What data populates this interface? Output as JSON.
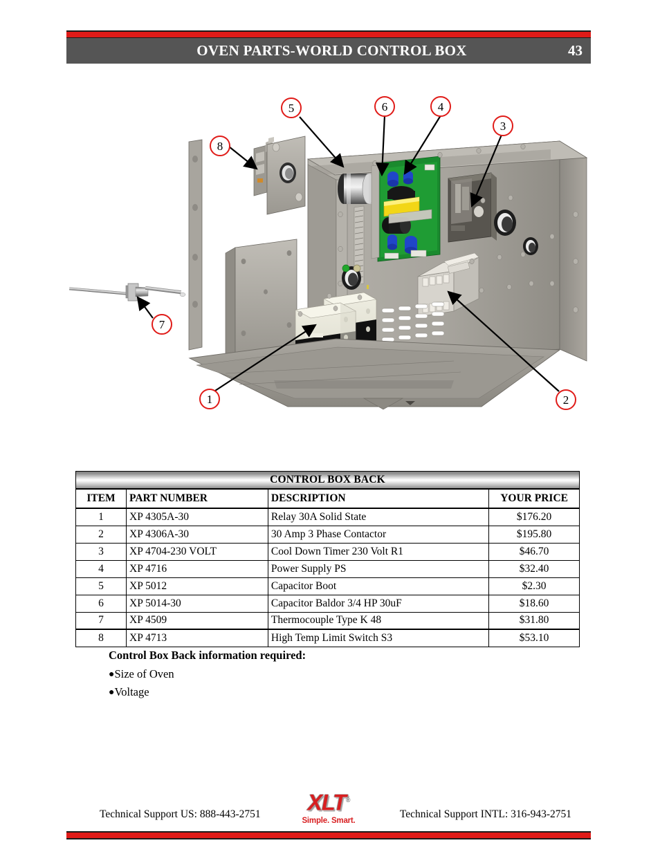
{
  "header": {
    "title": "OVEN PARTS-WORLD CONTROL BOX",
    "page_number": "43",
    "band_color": "#555555",
    "accent_color": "#e01b18"
  },
  "diagram": {
    "name": "world-control-box-exploded-view",
    "callouts": [
      {
        "id": "1",
        "label": "1"
      },
      {
        "id": "2",
        "label": "2"
      },
      {
        "id": "3",
        "label": "3"
      },
      {
        "id": "4",
        "label": "4"
      },
      {
        "id": "5",
        "label": "5"
      },
      {
        "id": "6",
        "label": "6"
      },
      {
        "id": "7",
        "label": "7"
      },
      {
        "id": "8",
        "label": "8"
      }
    ],
    "callout_circle_color": "#e01b18"
  },
  "table": {
    "title": "CONTROL BOX BACK",
    "columns": [
      "ITEM",
      "PART NUMBER",
      "DESCRIPTION",
      "YOUR PRICE"
    ],
    "rows": [
      {
        "item": "1",
        "part": "XP 4305A-30",
        "desc": "Relay 30A Solid State",
        "price": "$176.20"
      },
      {
        "item": "2",
        "part": "XP 4306A-30",
        "desc": "30 Amp 3 Phase Contactor",
        "price": "$195.80"
      },
      {
        "item": "3",
        "part": "XP 4704-230 VOLT",
        "desc": "Cool Down Timer 230 Volt R1",
        "price": "$46.70"
      },
      {
        "item": "4",
        "part": "XP 4716",
        "desc": "Power Supply PS",
        "price": "$32.40"
      },
      {
        "item": "5",
        "part": "XP 5012",
        "desc": "Capacitor Boot",
        "price": "$2.30"
      },
      {
        "item": "6",
        "part": "XP 5014-30",
        "desc": "Capacitor Baldor 3/4 HP 30uF",
        "price": "$18.60"
      },
      {
        "item": "7",
        "part": "XP 4509",
        "desc": "Thermocouple Type K 48",
        "price": "$31.80"
      },
      {
        "item": "8",
        "part": "XP 4713",
        "desc": "High Temp Limit Switch S3",
        "price": "$53.10"
      }
    ]
  },
  "notes": {
    "heading": "Control Box Back information required:",
    "items": [
      "Size of Oven",
      "Voltage"
    ]
  },
  "footer": {
    "support_us": "Technical Support  US:  888-443-2751",
    "support_intl": "Technical Support  INTL:  316-943-2751",
    "logo_text": "XLT",
    "logo_tagline": "Simple. Smart."
  }
}
